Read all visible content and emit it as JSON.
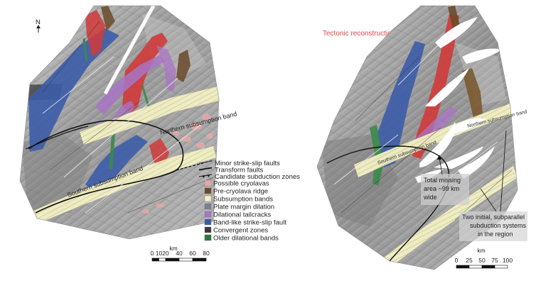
{
  "left_map": {
    "north_label": "N",
    "band_labels": {
      "northern": "Northern subsumption band",
      "southern": "Southern subsumption band"
    },
    "scale": {
      "unit": "km",
      "ticks": [
        "0",
        "10",
        "20",
        "40",
        "60",
        "80"
      ]
    }
  },
  "legend": {
    "line_items": [
      {
        "label": "Minor strike-slip faults",
        "icon": "thin-line"
      },
      {
        "label": "Transform faults",
        "icon": "thick-line"
      },
      {
        "label": "Candidate subduction zones",
        "icon": "barbed-line"
      }
    ],
    "swatch_items": [
      {
        "label": "Possible cryolavas",
        "color": "#e8a8a8"
      },
      {
        "label": "Pre-cryolava ridge",
        "color": "#6b4a2a"
      },
      {
        "label": "Subsumption bands",
        "color": "#f2f0c6"
      },
      {
        "label": "Plate margin dilation",
        "color": "#7c7c9c"
      },
      {
        "label": "Dilational tailcracks",
        "color": "#a874c4"
      },
      {
        "label": "Band-like strike-slip fault",
        "color": "#3c5ca8"
      },
      {
        "label": "Convergent zones",
        "color": "#3a3a3a"
      },
      {
        "label": "Older dilational bands",
        "colors": [
          "#8a6a3a",
          "#c83a3a",
          "#d85a6a",
          "#5a7ad8",
          "#6a4a8a",
          "#4ab848",
          "#2a7a3a"
        ]
      }
    ]
  },
  "right_map": {
    "title": "Tectonic reconstruction",
    "band_labels": {
      "northern": "Northern subsumption band",
      "southern": "Southern subsumption band"
    },
    "annotation_missing": [
      "Total missing",
      "area ~99 km",
      "wide"
    ],
    "annotation_subduction": [
      "Two initial, subparallel",
      "subduction systems",
      "in the region"
    ],
    "scale": {
      "unit": "km",
      "ticks": [
        "0",
        "25",
        "50",
        "75",
        "100"
      ]
    }
  },
  "colors": {
    "title_red": "#e04848",
    "terrain_light": "#b4b4b4",
    "terrain_dark": "#858585",
    "band_blue": "#3c5ca8",
    "band_red": "#d03a3a",
    "band_purple": "#a874c4",
    "band_green": "#3a8a4a",
    "band_brown": "#7a5a30",
    "subsumption": "#f2f0c6"
  }
}
